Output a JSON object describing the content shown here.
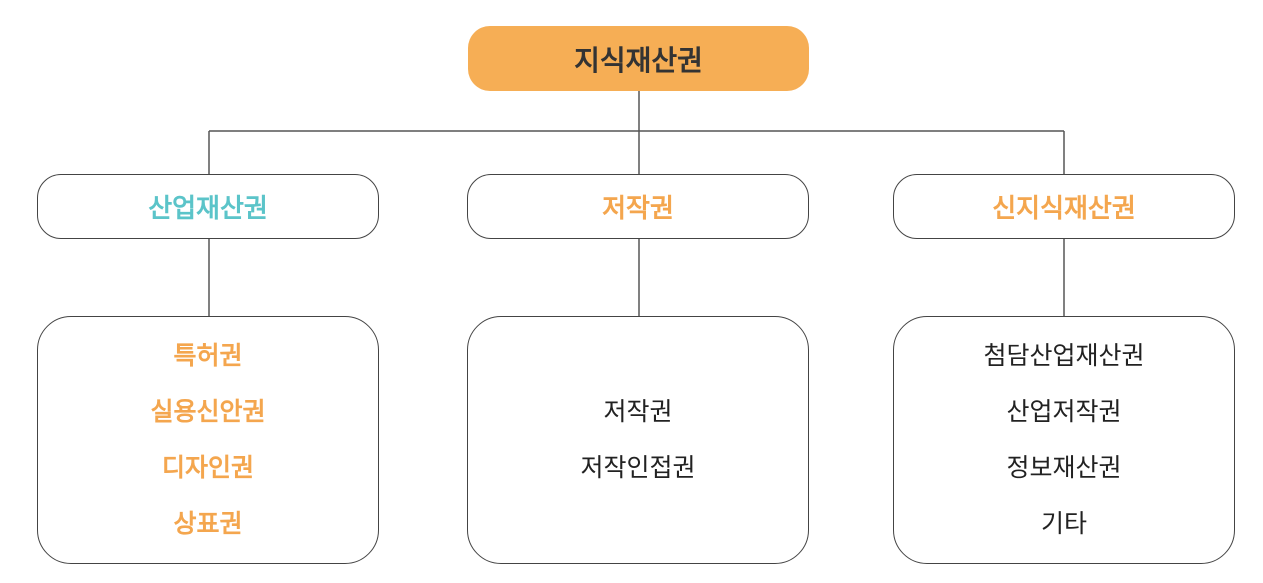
{
  "colors": {
    "root_fill": "#F6AE55",
    "root_text": "#333333",
    "teal": "#5BC4C9",
    "orange": "#F4A64E",
    "dark_text": "#222222",
    "line": "#555555"
  },
  "root": {
    "label": "지식재산권"
  },
  "categories": [
    {
      "label": "산업재산권",
      "color": "#5BC4C9",
      "items": [
        "특허권",
        "실용신안권",
        "디자인권",
        "상표권"
      ],
      "items_color": "#F4A64E",
      "items_bold": true
    },
    {
      "label": "저작권",
      "color": "#F4A64E",
      "items": [
        "저작권",
        "저작인접권"
      ],
      "items_color": "#222222",
      "items_bold": false
    },
    {
      "label": "신지식재산권",
      "color": "#F4A64E",
      "items": [
        "첨담산업재산권",
        "산업저작권",
        "정보재산권",
        "기타"
      ],
      "items_color": "#222222",
      "items_bold": false
    }
  ]
}
